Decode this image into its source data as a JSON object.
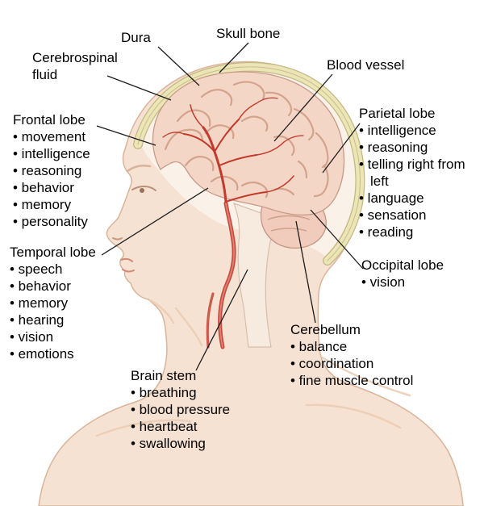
{
  "figure": {
    "type": "anatomy-diagram",
    "subject": "Brain anatomy in lateral head profile",
    "bullet": "•",
    "labels": [
      {
        "id": "dura",
        "name": "Dura",
        "functions": []
      },
      {
        "id": "skull-bone",
        "name": "Skull bone",
        "functions": []
      },
      {
        "id": "cerebrospinal-fluid",
        "name": "Cerebrospinal fluid",
        "functions": []
      },
      {
        "id": "blood-vessel",
        "name": "Blood vessel",
        "functions": []
      },
      {
        "id": "frontal-lobe",
        "name": "Frontal lobe",
        "functions": [
          "movement",
          "intelligence",
          "reasoning",
          "behavior",
          "memory",
          "personality"
        ]
      },
      {
        "id": "parietal-lobe",
        "name": "Parietal lobe",
        "functions": [
          "intelligence",
          "reasoning",
          "telling right from left",
          "language",
          "sensation",
          "reading"
        ]
      },
      {
        "id": "temporal-lobe",
        "name": "Temporal lobe",
        "functions": [
          "speech",
          "behavior",
          "memory",
          "hearing",
          "vision",
          "emotions"
        ]
      },
      {
        "id": "occipital-lobe",
        "name": "Occipital lobe",
        "functions": [
          "vision"
        ]
      },
      {
        "id": "cerebellum",
        "name": "Cerebellum",
        "functions": [
          "balance",
          "coordination",
          "fine muscle control"
        ]
      },
      {
        "id": "brain-stem",
        "name": "Brain stem",
        "functions": [
          "breathing",
          "blood pressure",
          "heartbeat",
          "swallowing"
        ]
      }
    ],
    "colors": {
      "skin": "#f6e2d2",
      "skin_outline": "#d9b49a",
      "cavity": "#faf1e8",
      "skull_band": "#ece5b6",
      "skull_edge": "#c3b884",
      "brain": "#f4d6c6",
      "brain_outline": "#c79b88",
      "gyri": "#d3a38e",
      "cerebellum": "#f1cbbb",
      "stem": "#f7eadf",
      "vessel": "#c13a2c",
      "vessel_light": "#e08273",
      "leader_line": "#1c1c1c"
    }
  }
}
